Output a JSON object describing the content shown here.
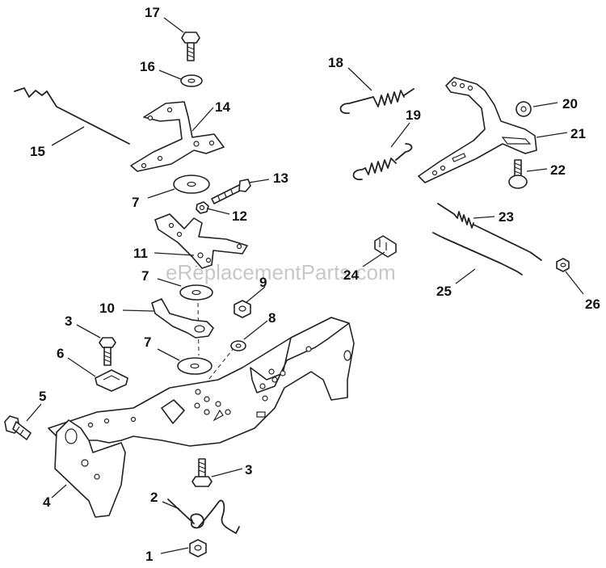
{
  "watermark": "eReplacementParts.com",
  "callouts": {
    "c1": "1",
    "c2": "2",
    "c3a": "3",
    "c3b": "3",
    "c4": "4",
    "c5": "5",
    "c6": "6",
    "c7a": "7",
    "c7b": "7",
    "c7c": "7",
    "c8": "8",
    "c9": "9",
    "c10": "10",
    "c11": "11",
    "c12": "12",
    "c13": "13",
    "c14": "14",
    "c15": "15",
    "c16": "16",
    "c17": "17",
    "c18": "18",
    "c19": "19",
    "c20": "20",
    "c21": "21",
    "c22": "22",
    "c23": "23",
    "c24": "24",
    "c25": "25",
    "c26": "26"
  }
}
